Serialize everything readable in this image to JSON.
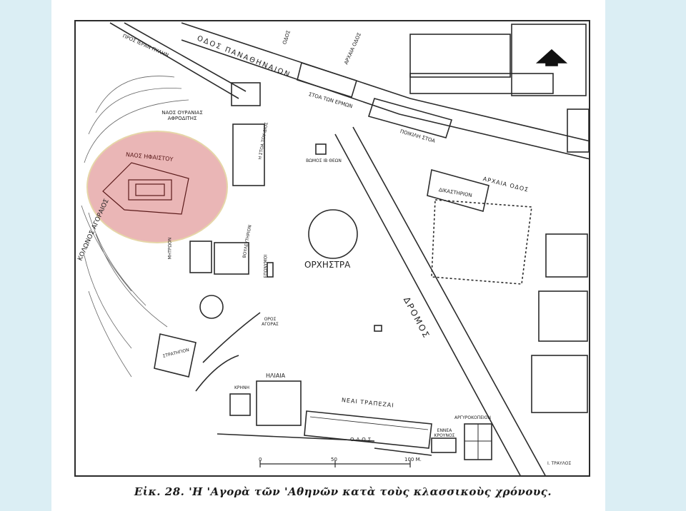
{
  "caption": "Εἰκ. 28. 'Η 'Αγορὰ τῶν 'Αθηνῶν κατὰ τοὺς κλασσικοὺς χρόνους.",
  "labels": {
    "odos_panathinaion": "ΟΔΟΣ ΠΑΝΑΘΗΝΑΙΩΝ",
    "pros_ieran_pylin": "ΠΡΟΣ ΙΕΡΑΝ ΠΥΛΗΝ",
    "odos": "ΟΔΟΣ",
    "archaia_odos_top": "ΑΡΧΑΙΑ ΟΔΟΣ",
    "stoa_ton_ermon": "ΣΤΟΑ ΤΩΝ ΕΡΜΩΝ",
    "poikili_stoa": "ΠΟΙΚΙΛΗ ΣΤΟΑ",
    "naos_ouranias_afroditis": "ΝΑΟΣ ΟΥΡΑΝΙΑΣ ΑΦΡΟΔΙΤΗΣ",
    "naos_ifaistou": "ΝΑΟΣ ΗΦΑΙΣΤΟΥ",
    "stoa_dios": "Η ΣΤΟΑ ΤΟΥ ΔΙΟΣ",
    "vomos_ib_theon": "ΒΩΜΟΣ ΙΒ ΘΕΩΝ",
    "archaia_odos": "ΑΡΧΑΙΑ ΟΔΟΣ",
    "dikastirion": "ΔΙΚΑΣΤΗΡΙΟΝ",
    "kolonos_agoraios": "ΚΟΛΩΝΟΣ ΑΓΟΡΑΙΟΣ",
    "orchistra": "ΟΡΧΗΣΤΡΑ",
    "dromos": "ΔΡΟΜΟΣ",
    "metroon": "ΜΗΤΡΩΟΝ",
    "vouleftirion": "ΒΟΥΛΕΥΤΗΡΙΟΝ",
    "eponymoi": "ΕΠΩΝΥΜΟΙ",
    "oros_agoras": "ΟΡΟΣ ΑΓΟΡΑΣ",
    "stratigion": "ΣΤΡΑΤΗΓΙΟΝ",
    "iliaia": "ΗΛΙΑΙΑ",
    "krini": "ΚΡΗΝΗ",
    "neai_trapezai": "ΝΕΑΙ ΤΡΑΠΕΖΑΙ",
    "argyrokopeion": "ΑΡΓΥΡΟΚΟΠΕΙΟΝ",
    "enneakrounos": "ΕΝΝΕΑ ΚΡΟΥΝΟΣ",
    "odos_bottom": "ΟΔΟΣ",
    "author": "Ι. ΤΡΑΥΛΟΣ"
  },
  "scale_bar": {
    "ticks": [
      "0",
      "50",
      "100 Μ."
    ]
  },
  "colors": {
    "background": "#dbeef4",
    "paper": "#ffffff",
    "ink": "#2b2b2b",
    "highlight": "#d97a7a"
  },
  "icons": {
    "north_arrow": "north-arrow-icon"
  }
}
